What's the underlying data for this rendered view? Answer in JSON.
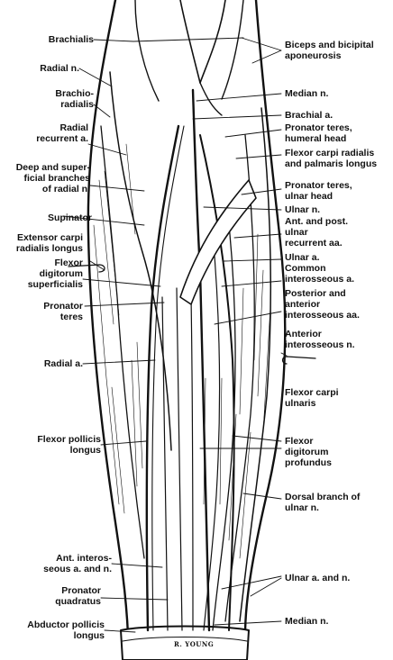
{
  "labels_left": {
    "brachialis": "Brachialis",
    "radial_n": "Radial n.",
    "brachioradialis": "Brachio-\nradialis",
    "radial_recurrent": "Radial\nrecurrent a.",
    "deep_superficial": "Deep and super-\nficial branches\nof radial n.",
    "supinator": "Supinator",
    "ext_carpi": "Extensor carpi\nradialis longus",
    "flexor_dig_sup": "Flexor\ndigitorum\nsuperficialis",
    "pronator_teres": "Pronator\nteres",
    "radial_a": "Radial a.",
    "flexor_pollicis": "Flexor pollicis\nlongus",
    "ant_interos": "Ant. interos-\nseous a. and n.",
    "pronator_quad": "Pronator\nquadratus",
    "abductor": "Abductor pollicis\nlongus"
  },
  "labels_right": {
    "biceps": "Biceps and bicipital\naponeurosis",
    "median_n": "Median n.",
    "brachial_a": "Brachial a.",
    "pronator_humeral": "Pronator teres,\nhumeral head",
    "flexor_carpi_rad": "Flexor carpi radialis\nand palmaris longus",
    "pronator_ulnar": "Pronator teres,\nulnar head",
    "ulnar_n": "Ulnar n.",
    "ant_post_ulnar": "Ant. and post.\nulnar\nrecurrent aa.",
    "ulnar_a": "Ulnar a.",
    "common_interos": "Common\ninterosseous a.",
    "post_ant_interos": "Posterior and\nanterior\ninterosseous aa.",
    "anterior_interos_n": "Anterior\ninterosseous n.",
    "flexor_carpi_uln": "Flexor carpi\nulnaris",
    "flexor_dig_prof": "Flexor\ndigitorum\nprofundus",
    "dorsal_branch": "Dorsal branch of\nulnar n.",
    "ulnar_a_n": "Ulnar a. and n.",
    "median_n_bottom": "Median n."
  },
  "signature": "R. YOUNG"
}
